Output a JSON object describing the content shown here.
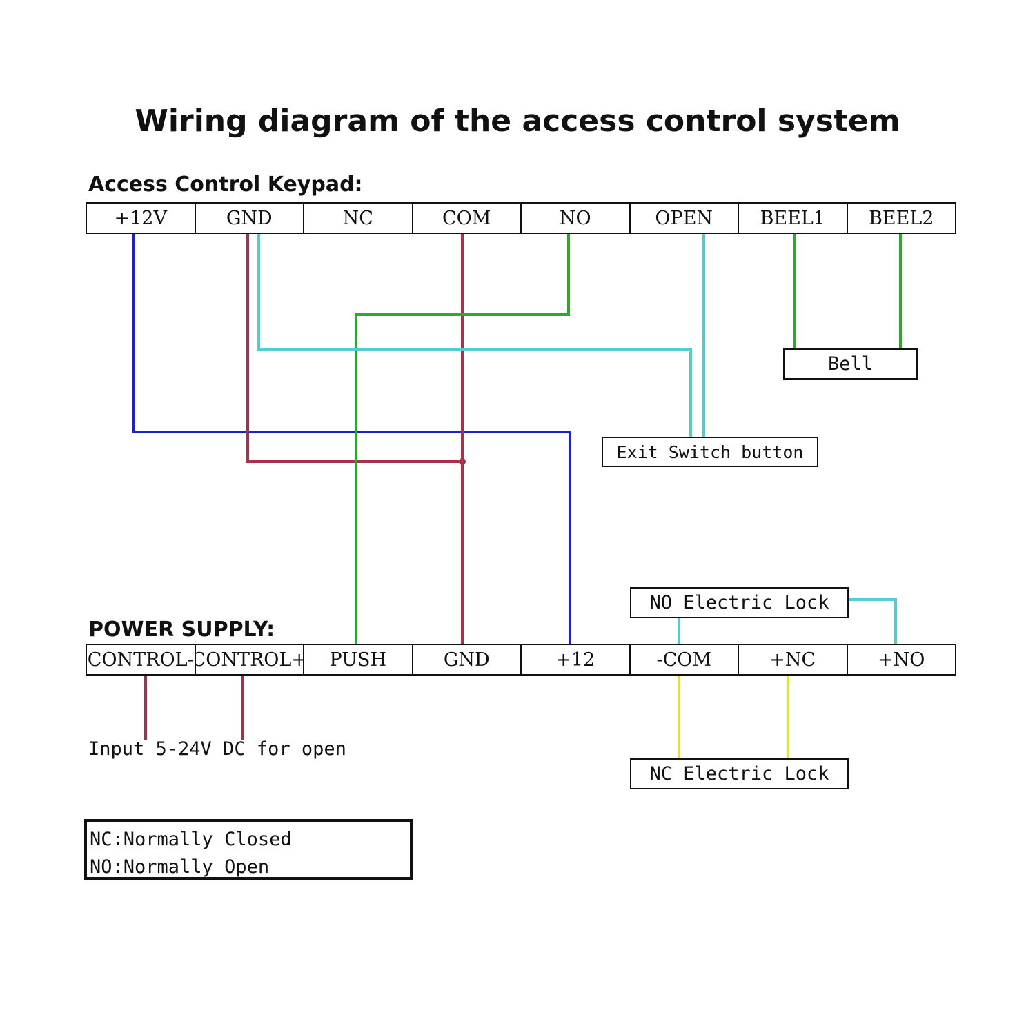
{
  "title": "Wiring diagram of the access control system",
  "keypad": {
    "label": "Access Control Keypad:",
    "terminals": [
      "+12V",
      "GND",
      "NC",
      "COM",
      "NO",
      "OPEN",
      "BEEL1",
      "BEEL2"
    ]
  },
  "power_supply": {
    "label": "POWER SUPPLY:",
    "terminals": [
      "CONTROL-",
      "CONTROL+",
      "PUSH",
      "GND",
      "+12",
      "-COM",
      "+NC",
      "+NO"
    ]
  },
  "devices": {
    "bell": "Bell",
    "exit_switch": "Exit Switch button",
    "no_lock": "NO Electric Lock",
    "nc_lock": "NC Electric Lock"
  },
  "input_note": "Input 5-24V DC for open",
  "legend": {
    "nc": "NC:Normally Closed",
    "no": "NO:Normally Open"
  },
  "wire_colors": {
    "blue": "#1a22d0",
    "red": "#a8304c",
    "green": "#2ea82e",
    "cyan": "#55cccc",
    "yellow": "#e0e040"
  }
}
